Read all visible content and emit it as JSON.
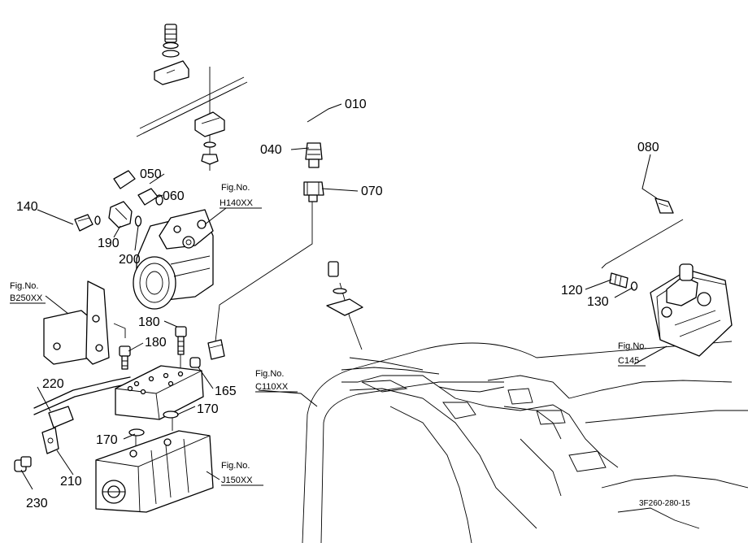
{
  "callouts": {
    "c010": "010",
    "c040": "040",
    "c050": "050",
    "c060": "060",
    "c070": "070",
    "c080": "080",
    "c120": "120",
    "c130": "130",
    "c140": "140",
    "c165": "165",
    "c170a": "170",
    "c170b": "170",
    "c180a": "180",
    "c180b": "180",
    "c190": "190",
    "c200": "200",
    "c210": "210",
    "c220": "220",
    "c230": "230"
  },
  "figure_refs": {
    "h140": {
      "label": "Fig.No.",
      "code": "H140XX"
    },
    "b250": {
      "label": "Fig.No.",
      "code": "B250XX"
    },
    "c145": {
      "label": "Fig.No.",
      "code": "C145"
    },
    "c110": {
      "label": "Fig.No.",
      "code": "C110XX"
    },
    "j150": {
      "label": "Fig.No.",
      "code": "J150XX"
    }
  },
  "drawing_code": "3F260-280-15"
}
